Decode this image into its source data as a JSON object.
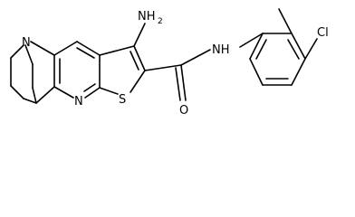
{
  "molecule": {
    "atom_labels": {
      "n_bridge": "N",
      "n_pyridine": "N",
      "s_thiophene": "S",
      "amine": "NH",
      "amine_h2": "2",
      "amide_nh": "NH",
      "amide_o": "O",
      "chloro": "Cl"
    }
  },
  "colors": {
    "bond": "#000000",
    "label": "#000000",
    "background": "#ffffff"
  }
}
